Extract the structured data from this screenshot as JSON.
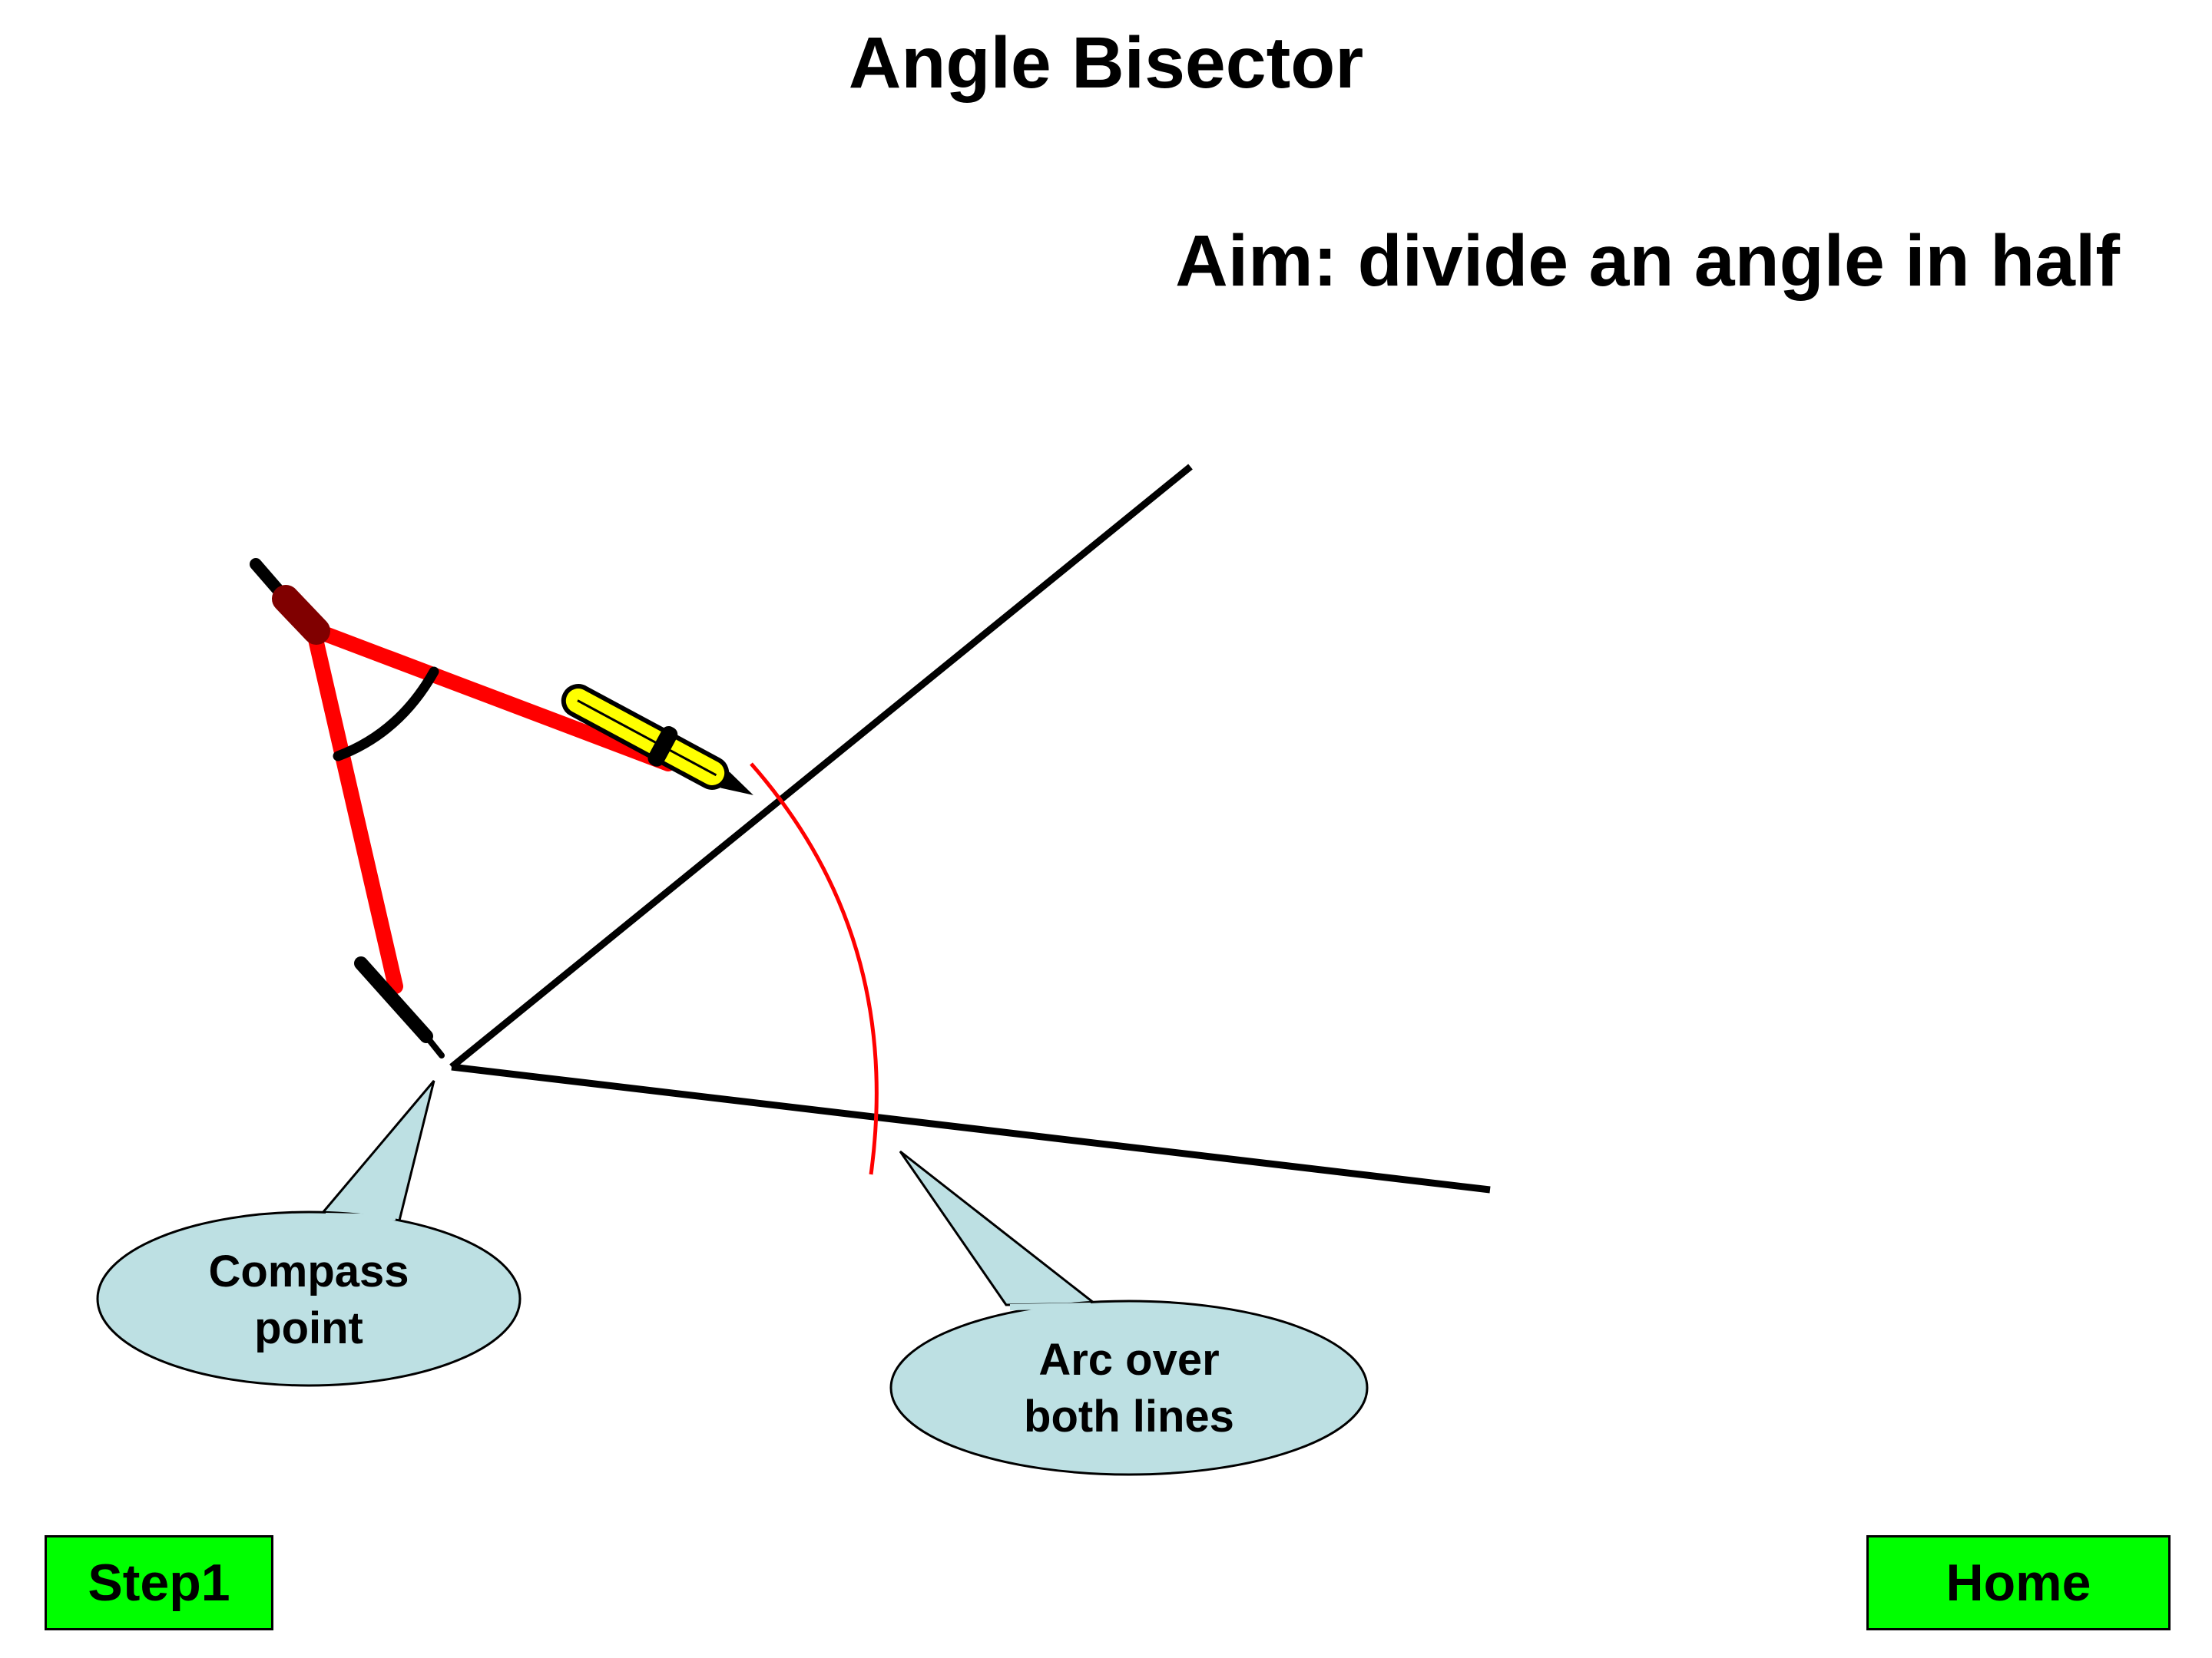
{
  "title": "Angle Bisector",
  "aim": "Aim: divide an angle in half",
  "callouts": {
    "compass_point": "Compass\npoint",
    "arc_over_lines": "Arc over\nboth lines"
  },
  "buttons": {
    "step1": "Step1",
    "home": "Home"
  },
  "colors": {
    "button_fill": "#00ff00",
    "callout_fill": "#bde0e3",
    "compass_leg": "#ff0000",
    "compass_hinge": "#800000",
    "pencil_fill": "#ffff00",
    "arc": "#ff0000",
    "lines": "#000000"
  },
  "icons": {
    "compass": "compass-icon",
    "pencil": "pencil-icon"
  }
}
